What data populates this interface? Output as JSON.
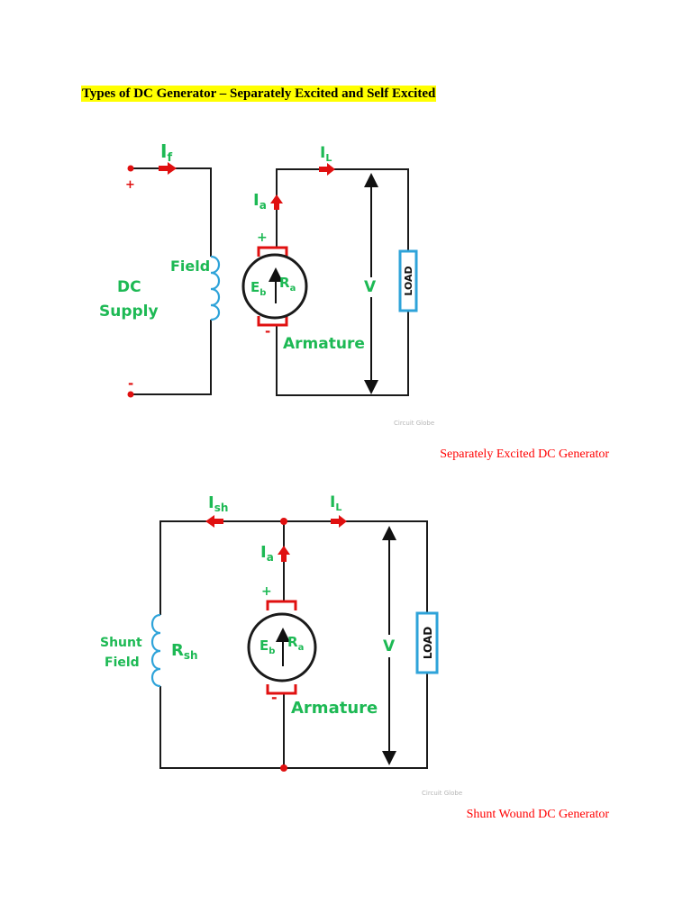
{
  "heading": "Types of DC Generator – Separately Excited and Self Excited",
  "diagram1": {
    "current_field": "I",
    "current_field_sub": "f",
    "current_load": "I",
    "current_load_sub": "L",
    "current_armature": "I",
    "current_armature_sub": "a",
    "plus_supply": "+",
    "minus_supply": "-",
    "supply_label_line1": "DC",
    "supply_label_line2": "Supply",
    "field_label": "Field",
    "emf": "E",
    "emf_sub": "b",
    "resistance": "R",
    "resistance_sub": "a",
    "arm_plus": "+",
    "arm_minus": "-",
    "armature_label": "Armature",
    "voltage": "V",
    "load": "LOAD",
    "watermark": "Circuit Globe",
    "caption": "Separately Excited DC Generator"
  },
  "diagram2": {
    "current_shunt": "I",
    "current_shunt_sub": "sh",
    "current_load": "I",
    "current_load_sub": "L",
    "current_armature": "I",
    "current_armature_sub": "a",
    "shunt_label_line1": "Shunt",
    "shunt_label_line2": "Field",
    "shunt_res": "R",
    "shunt_res_sub": "sh",
    "emf": "E",
    "emf_sub": "b",
    "resistance": "R",
    "resistance_sub": "a",
    "arm_plus": "+",
    "arm_minus": "-",
    "armature_label": "Armature",
    "voltage": "V",
    "load": "LOAD",
    "watermark": "Circuit Globe",
    "caption": "Shunt Wound DC Generator"
  },
  "colors": {
    "wire": "#1a1a1a",
    "label_green": "#2bb24c",
    "current_red": "#e01010",
    "coil_blue": "#2ea3d9",
    "load_blue": "#2ea3d9",
    "heading_highlight": "#ffff00",
    "caption_red": "#ff0000"
  }
}
